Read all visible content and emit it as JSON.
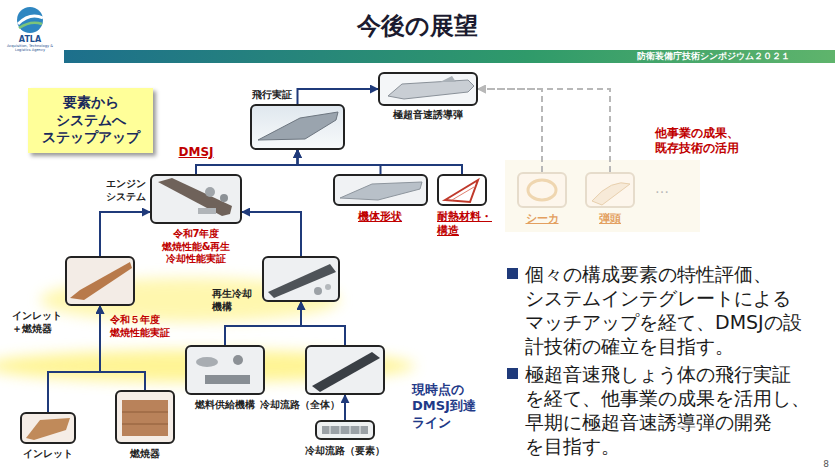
{
  "diagram": {
    "title": "今後の展望",
    "nodes": [
      {
        "text": [
          "要素から システムへ ステップアップ"
        ]
      },
      {
        "text": [
          "極超音速誘導弾"
        ]
      },
      {
        "text": [
          "飛行実証"
        ]
      },
      {
        "text": [
          "DMSJ",
          "エンジン システム"
        ]
      },
      {
        "text": [
          "機体形状"
        ]
      },
      {
        "text": [
          "耐熱材料・ 構造"
        ]
      },
      {
        "text": [
          "シーカ"
        ]
      },
      {
        "text": [
          "弾頭"
        ]
      },
      {
        "text": [
          "インレット ＋燃焼器"
        ]
      },
      {
        "text": [
          "再生冷却 機構"
        ]
      },
      {
        "text": [
          "燃料供給機構"
        ]
      },
      {
        "text": [
          "冷却流路（全体）"
        ]
      },
      {
        "text": [
          "インレット"
        ]
      },
      {
        "text": [
          "燃焼器"
        ]
      },
      {
        "text": [
          "冷却流路（要素）"
        ]
      }
    ],
    "edges": [
      {
        "from": 2,
        "to": 1,
        "arrow": "to"
      },
      {
        "from": 3,
        "to": 2,
        "arrow": "to"
      },
      {
        "from": 4,
        "to": 2,
        "arrow": "to"
      },
      {
        "from": 5,
        "to": 2,
        "arrow": "to"
      },
      {
        "from": 6,
        "to": 1,
        "arrow": "to"
      },
      {
        "from": 7,
        "to": 1,
        "arrow": "to"
      },
      {
        "from": 8,
        "to": 3,
        "arrow": "to"
      },
      {
        "from": 9,
        "to": 3,
        "arrow": "to"
      },
      {
        "from": 10,
        "to": 9,
        "arrow": "to"
      },
      {
        "from": 11,
        "to": 9,
        "arrow": "to"
      },
      {
        "from": 12,
        "to": 8,
        "arrow": "to"
      },
      {
        "from": 13,
        "to": 8,
        "arrow": "to"
      },
      {
        "from": 14,
        "to": 11,
        "arrow": "to"
      }
    ],
    "labels": [
      "ATLA",
      "Acquisition, Technology & Logistics Agency",
      "防衛装備庁技術シンポジウム２０２１",
      "令和7年度 燃焼性能&再生 冷却性能実証",
      "令和５年度 燃焼性能実証",
      "他事業の成果、 既存技術の活用",
      "…",
      "現時点の DMSJ到達 ライン",
      "個々の構成要素の特性評価、 システムインテグレートによる マッチアップを経て、DMSJの設 計技術の確立を目指す。",
      "極超音速飛しょう体の飛行実証 を経て、他事業の成果を活用し、 早期に極超音速誘導弾の開発 を目指す。",
      "8"
    ]
  }
}
